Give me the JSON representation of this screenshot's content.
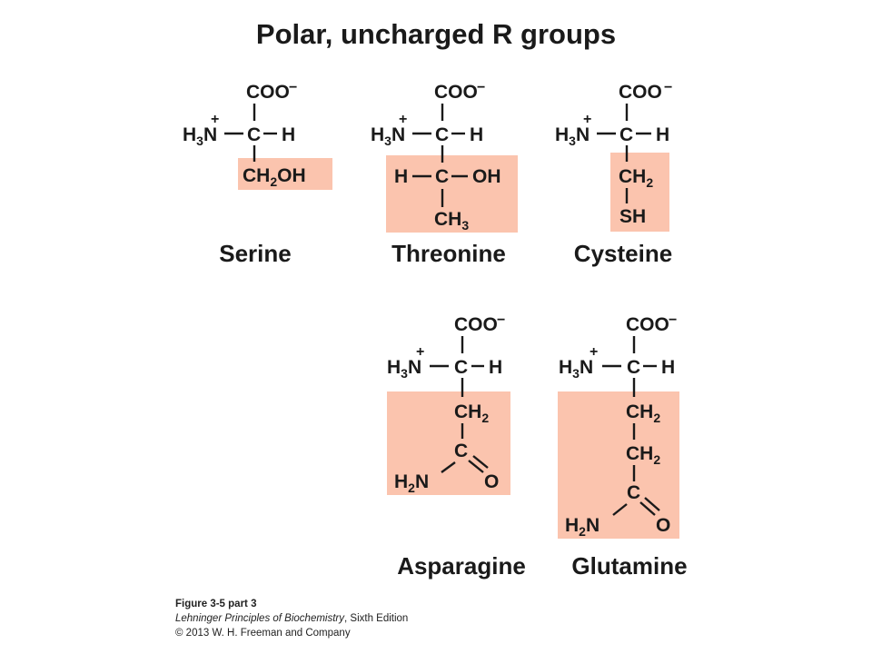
{
  "title": "Polar, uncharged R groups",
  "highlight_color": "#fbc4ae",
  "common": {
    "carboxylate": "COO",
    "minus": "−",
    "amine_h": "H",
    "sub3": "3",
    "sub2": "2",
    "n": "N",
    "plus": "+",
    "alpha_c": "C",
    "h": "H"
  },
  "amino_acids": [
    {
      "name": "Serine",
      "side_chain": [
        "CH2OH"
      ]
    },
    {
      "name": "Threonine",
      "side_chain": [
        "H",
        "C",
        "OH",
        "CH3"
      ]
    },
    {
      "name": "Cysteine",
      "side_chain": [
        "CH2",
        "SH"
      ]
    },
    {
      "name": "Asparagine",
      "side_chain": [
        "CH2",
        "C",
        "H2N",
        "O"
      ]
    },
    {
      "name": "Glutamine",
      "side_chain": [
        "CH2",
        "CH2",
        "C",
        "H2N",
        "O"
      ]
    }
  ],
  "caption": {
    "figure": "Figure 3-5 part 3",
    "book": "Lehninger Principles of Biochemistry",
    "edition": ", Sixth Edition",
    "copyright": "© 2013 W. H. Freeman and Company"
  }
}
